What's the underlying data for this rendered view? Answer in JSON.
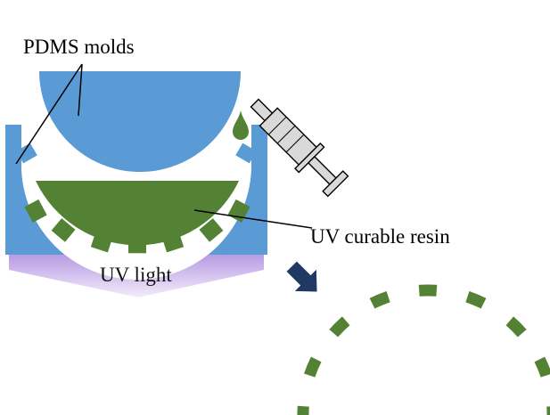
{
  "labels": {
    "pdms_molds": "PDMS molds",
    "uv_resin": "UV curable resin",
    "uv_light": "UV light"
  },
  "colors": {
    "pdms": "#5b9bd5",
    "resin": "#548235",
    "uv_light_top": "#b79be3",
    "uv_light_bottom": "#f3ecfb",
    "arrow": "#1f3864",
    "syringe_body": "#d9d9d9",
    "outline": "#000000",
    "white": "#ffffff"
  },
  "components": {
    "mold_base": "pdms-mold-base",
    "mold_dome": "pdms-mold-dome",
    "resin_layer": "uv-curable-resin-layer",
    "syringe": "syringe-icon",
    "droplet": "resin-droplet",
    "uv_source": "uv-light-beam",
    "process_arrow": "process-arrow-icon",
    "product": "cured-resin-ring-segments"
  },
  "product_segments": 9
}
